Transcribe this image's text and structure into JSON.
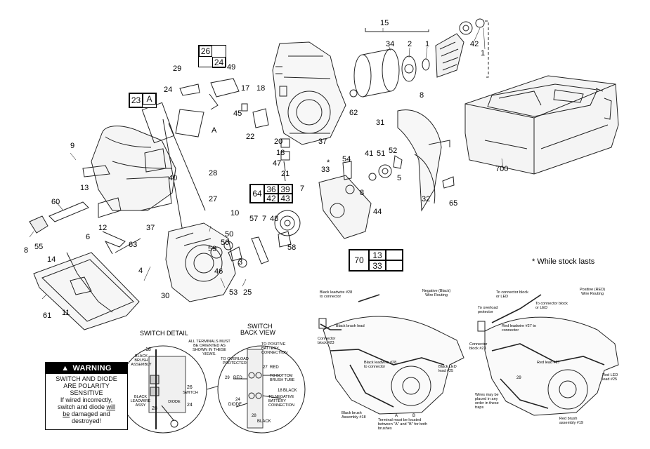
{
  "part_numbers": {
    "p1": "1",
    "p2": "2",
    "p3": "3",
    "p4": "4",
    "p5": "5",
    "p6": "6",
    "p7a": "7",
    "p7b": "7",
    "p8a": "8",
    "p8b": "8",
    "p8c": "8",
    "p9": "9",
    "p10": "10",
    "p11": "11",
    "p12": "12",
    "p13": "13",
    "p14": "14",
    "p15": "15",
    "p17": "17",
    "p18a": "18",
    "p18b": "18",
    "p20": "20",
    "p21": "21",
    "p22": "22",
    "p24": "24",
    "p25": "25",
    "p26": "26",
    "p27": "27",
    "p28": "28",
    "p29": "29",
    "p30": "30",
    "p31": "31",
    "p32": "32",
    "p33": "33",
    "p34": "34",
    "p37a": "37",
    "p37b": "37",
    "p40": "40",
    "p41": "41",
    "p42": "42",
    "p44": "44",
    "p45": "45",
    "p46": "46",
    "p47": "47",
    "p48": "48",
    "p49": "49",
    "p50": "50",
    "p51": "51",
    "p52": "52",
    "p53": "53",
    "p54": "54",
    "p55": "55",
    "p56": "56",
    "p57": "57",
    "p58": "58",
    "p59": "59",
    "p60": "60",
    "p61": "61",
    "p62": "62",
    "p63": "63",
    "p65": "65",
    "p700": "700",
    "letter_a": "A",
    "star": "*"
  },
  "kit_boxes": {
    "box_26": {
      "top": "26",
      "bottom": "24"
    },
    "box_23": {
      "left": "23",
      "right": "A"
    },
    "box_64": {
      "main": "64",
      "c1": "36",
      "c2": "39",
      "c3": "42",
      "c4": "43"
    },
    "box_70": {
      "main": "70",
      "c1": "13",
      "c2": "33"
    }
  },
  "note_stock": "While stock lasts",
  "switch_detail": {
    "title": "SWITCH DETAIL",
    "black_brush_assembly": "BLACK BRUSH ASSEMBLY",
    "n18": "18",
    "black_leadwire_assy": "BLACK LEADWIRE ASSY",
    "n28": "28",
    "diode": "DIODE",
    "n24": "24",
    "n26": "26",
    "switch": "SWITCH"
  },
  "switch_back_view": {
    "title_line1": "SWITCH",
    "title_line2": "BACK VIEW",
    "orientation_note": "ALL TERMINALS MUST BE ORIENTED AS SHOWN IN THESE VIEWS.",
    "to_overload": "TO OVERLOAD PROTECTER",
    "n29": "29",
    "red1": "RED",
    "to_positive": "TO POSITIVE BATTERY CONNECTION",
    "n27": "27",
    "red2": "RED",
    "to_bottom": "TO BOTTOM BRUSH TUBE",
    "n18": "18",
    "black1": "BLACK",
    "n24": "24",
    "diode": "DIODE",
    "to_negative": "TO NEGATIVE BATTERY CONNECTION",
    "n28": "28",
    "black2": "BLACK"
  },
  "warning": {
    "heading": "WARNING",
    "line1": "SWITCH AND DIODE",
    "line2": "ARE POLARITY",
    "line3": "SENSITIVE",
    "line4": "If wired incorrectly,",
    "line5a": "switch and diode ",
    "line5b": "will",
    "line6a": "be",
    "line6b": " damaged and",
    "line7": "destroyed!"
  },
  "negative_routing": {
    "title": "Negative (Black) Wire Routing",
    "black_leadwire": "Black leadwire #28 to connector",
    "black_brush_lead": "Black brush lead",
    "connector_block": "Connector block #23",
    "black_leadwire2": "Black leadwire #28 to connector",
    "black_led_lead": "Black LED lead #25",
    "black_brush_assembly": "Black brush Assembly #18",
    "terminal_note": "Terminal must be located between \"A\" and \"B\" for both brushes",
    "a": "A",
    "b": "B"
  },
  "positive_routing": {
    "title": "Positive (RED) Wire Routing",
    "to_connector_led1": "To connector block or LED",
    "to_connector_led2": "To connector block or LED",
    "to_overload": "To overload protector",
    "red_leadwire": "Red leadwire #27 to connector",
    "connector_block": "Connector block #23",
    "red_lead": "Red lead #27",
    "n29": "29",
    "red_led_lead": "Red LED lead #25",
    "wires_note": "Wires may be placed in any order in these traps",
    "red_brush": "Red brush assembly #19"
  }
}
